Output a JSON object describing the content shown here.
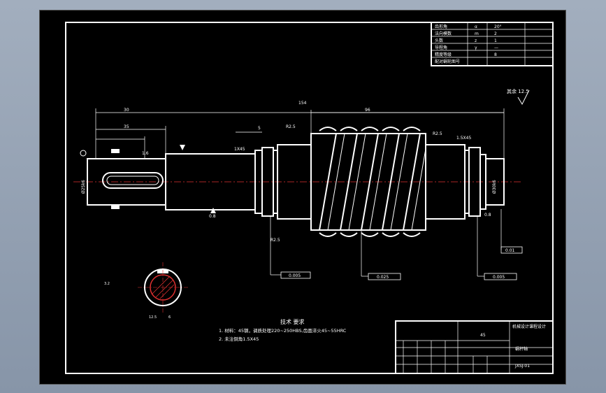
{
  "drawing": {
    "title_block_top": {
      "rows": [
        [
          "齿形角",
          "α",
          "20°"
        ],
        [
          "法向模数",
          "m",
          "2"
        ],
        [
          "头数",
          "z",
          "1"
        ],
        [
          "导程角",
          "γ",
          "—"
        ],
        [
          "精度等级",
          "",
          "8"
        ],
        [
          "配对蜗轮图号",
          "",
          ""
        ]
      ]
    },
    "roughness_note": "其余 12.5",
    "technical_requirements": {
      "heading": "技术 要求",
      "items": [
        "1. 材料：45钢，调质处理220~250HBS,齿面淬火45~55HRC",
        "2. 未注倒角1.5X45"
      ]
    },
    "title_block_bottom": {
      "part_name": "蜗杆轴",
      "school": "机械设计课程设计",
      "material": "45",
      "drawing_no": "JXSJ-01"
    },
    "dimensions": {
      "d_30": "30",
      "d_35": "35",
      "d_154": "154",
      "d_96": "96",
      "d_5": "5",
      "chamfer_left": "1X45",
      "chamfer_right": "1.5X45",
      "r_left": "R2.5",
      "r_right": "R2.5",
      "dia_left": "Ø25k6",
      "dia_right": "Ø30k6",
      "section_12_5": "12.5",
      "section_6": "6",
      "rough_1_6": "1.6",
      "rough_0_8": "0.8",
      "rough_3_2": "3.2",
      "tol_1": "0.005",
      "tol_2": "0.025",
      "tol_3": "0.005",
      "tol_4": "0.01"
    }
  }
}
